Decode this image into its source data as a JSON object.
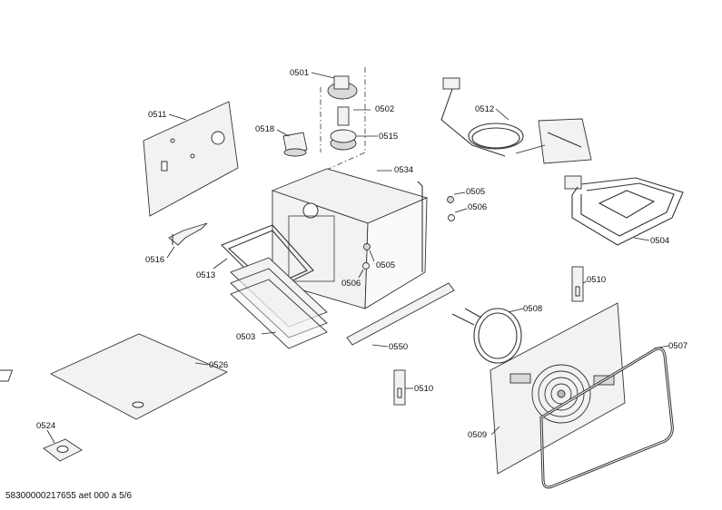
{
  "labels": {
    "p0501": "0501",
    "p0502": "0502",
    "p0515": "0515",
    "p0511": "0511",
    "p0518": "0518",
    "p0534": "0534",
    "p0512": "0512",
    "p0505a": "0505",
    "p0506a": "0506",
    "p0504": "0504",
    "p0516": "0516",
    "p0513": "0513",
    "p0505b": "0505",
    "p0506b": "0506",
    "p0510a": "0510",
    "p0503": "0503",
    "p0550": "0550",
    "p0508": "0508",
    "p0507": "0507",
    "p0526": "0526",
    "p0510b": "0510",
    "p0524": "0524",
    "p0509": "0509"
  },
  "footer": "58300000217655 aet 000 a 5/6"
}
